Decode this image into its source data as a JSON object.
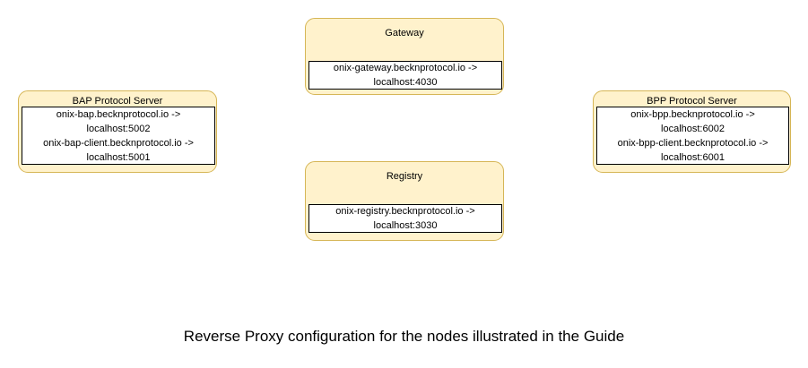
{
  "diagram": {
    "caption": "Reverse Proxy configuration for the nodes illustrated in the Guide",
    "background_color": "#ffffff",
    "node_fill_color": "#fff2cc",
    "node_border_color": "#d6b656",
    "panel_fill_color": "#ffffff",
    "panel_border_color": "#000000",
    "text_color": "#000000"
  },
  "nodes": [
    {
      "id": "gateway",
      "title": "Gateway",
      "mappings": [
        "onix-gateway.becknprotocol.io ->",
        "localhost:4030"
      ]
    },
    {
      "id": "bap",
      "title": "BAP Protocol Server",
      "mappings": [
        "onix-bap.becknprotocol.io ->",
        "localhost:5002",
        "onix-bap-client.becknprotocol.io ->",
        "localhost:5001"
      ]
    },
    {
      "id": "bpp",
      "title": "BPP Protocol Server",
      "mappings": [
        "onix-bpp.becknprotocol.io ->",
        "localhost:6002",
        "onix-bpp-client.becknprotocol.io ->",
        "localhost:6001"
      ]
    },
    {
      "id": "registry",
      "title": "Registry",
      "mappings": [
        "onix-registry.becknprotocol.io ->",
        "localhost:3030"
      ]
    }
  ]
}
